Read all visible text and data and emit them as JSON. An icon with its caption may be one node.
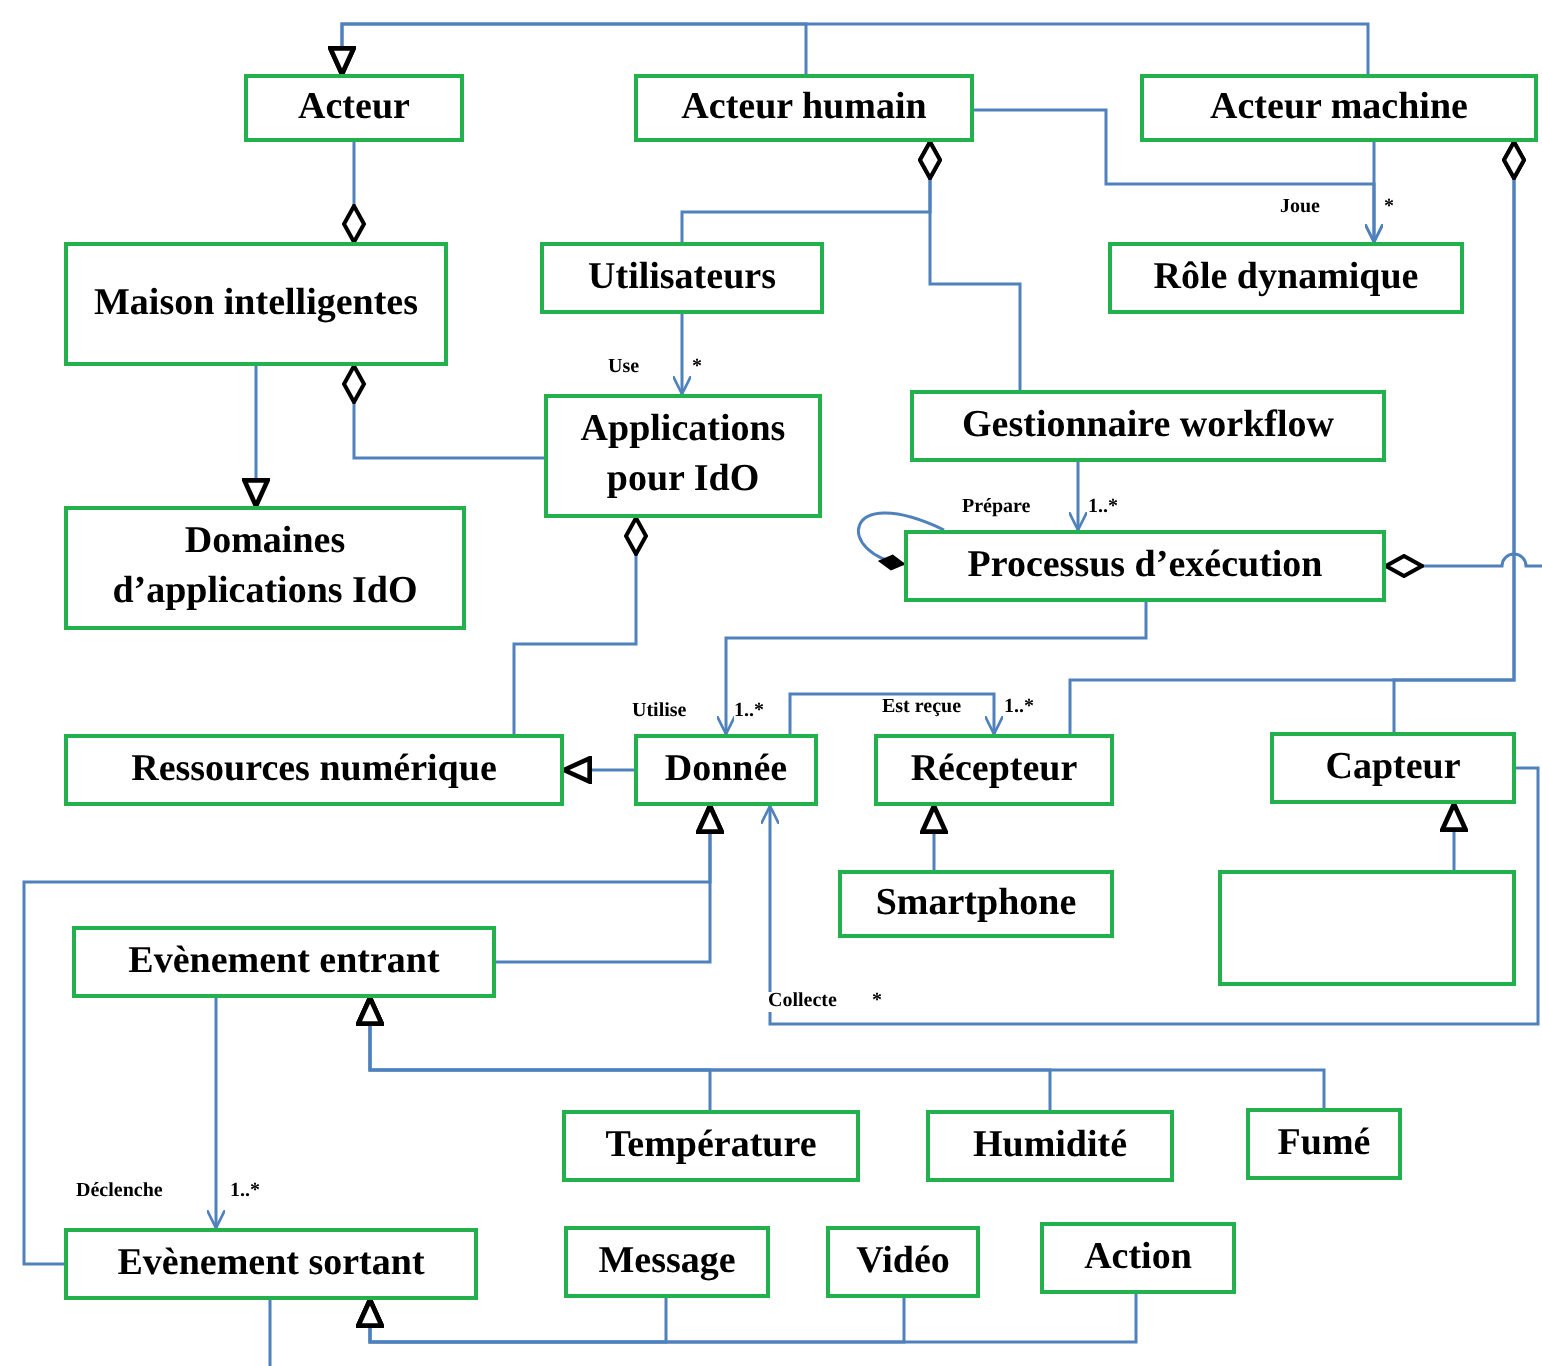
{
  "diagram": {
    "nodes": [
      {
        "text": [
          "Acteur"
        ]
      },
      {
        "text": [
          "Acteur humain"
        ]
      },
      {
        "text": [
          "Acteur machine"
        ]
      },
      {
        "text": [
          "Maison intelligentes"
        ]
      },
      {
        "text": [
          "Utilisateurs"
        ]
      },
      {
        "text": [
          "Rôle dynamique"
        ]
      },
      {
        "text": [
          "Applications pour IdO"
        ]
      },
      {
        "text": [
          "Gestionnaire workflow"
        ]
      },
      {
        "text": [
          "Domaines d’applications IdO"
        ]
      },
      {
        "text": [
          "Processus d’exécution"
        ]
      },
      {
        "text": [
          "Ressources numérique"
        ]
      },
      {
        "text": [
          "Donnée"
        ]
      },
      {
        "text": [
          "Récepteur"
        ]
      },
      {
        "text": [
          "Capteur"
        ]
      },
      {
        "text": [
          "Smartphone"
        ]
      },
      {
        "text": [],
        "shape": "box"
      },
      {
        "text": [
          "Evènement entrant"
        ]
      },
      {
        "text": [
          "Température"
        ]
      },
      {
        "text": [
          "Humidité"
        ]
      },
      {
        "text": [
          "Fumé"
        ]
      },
      {
        "text": [
          "Evènement sortant"
        ]
      },
      {
        "text": [
          "Message"
        ]
      },
      {
        "text": [
          "Vidéo"
        ]
      },
      {
        "text": [
          "Action"
        ]
      }
    ],
    "edges": [
      {
        "from": 1,
        "to": 0,
        "arrow": "to"
      },
      {
        "from": 2,
        "to": 0,
        "arrow": "to"
      },
      {
        "from": 3,
        "to": 0,
        "arrow": "other"
      },
      {
        "from": 3,
        "to": 8,
        "arrow": "to"
      },
      {
        "from": 3,
        "to": 6,
        "arrow": "other"
      },
      {
        "from": 1,
        "to": 4,
        "arrow": "other"
      },
      {
        "from": 1,
        "to": 7,
        "arrow": "other"
      },
      {
        "from": 1,
        "to": 5,
        "arrow": "to",
        "label": "Joue"
      },
      {
        "from": 2,
        "to": 5,
        "arrow": "to"
      },
      {
        "from": 4,
        "to": 6,
        "arrow": "to",
        "label": "Use"
      },
      {
        "from": 7,
        "to": 9,
        "arrow": "to",
        "label": "Prépare"
      },
      {
        "from": 9,
        "to": 9,
        "arrow": "other"
      },
      {
        "from": 9,
        "to": null,
        "arrow": "other"
      },
      {
        "from": 2,
        "to": 12,
        "arrow": "other"
      },
      {
        "from": 2,
        "to": 13,
        "arrow": "other"
      },
      {
        "from": 9,
        "to": 11,
        "arrow": "to",
        "label": "Utilise"
      },
      {
        "from": 11,
        "to": 12,
        "arrow": "to",
        "label": "Est reçue"
      },
      {
        "from": 6,
        "to": 10,
        "arrow": "other"
      },
      {
        "from": 11,
        "to": 10,
        "arrow": "to"
      },
      {
        "from": 14,
        "to": 12,
        "arrow": "to"
      },
      {
        "from": 15,
        "to": 13,
        "arrow": "to"
      },
      {
        "from": 13,
        "to": 11,
        "arrow": "to",
        "label": "Collecte"
      },
      {
        "from": 16,
        "to": 11,
        "arrow": "to"
      },
      {
        "from": 20,
        "to": 11,
        "arrow": "to"
      },
      {
        "from": 16,
        "to": 20,
        "arrow": "to",
        "label": "Déclenche"
      },
      {
        "from": 17,
        "to": 16,
        "arrow": "to"
      },
      {
        "from": 18,
        "to": 16,
        "arrow": "to"
      },
      {
        "from": 19,
        "to": 16,
        "arrow": "to"
      },
      {
        "from": 21,
        "to": 20,
        "arrow": "to"
      },
      {
        "from": 22,
        "to": 20,
        "arrow": "to"
      },
      {
        "from": 23,
        "to": 20,
        "arrow": "to"
      },
      {
        "from": 20,
        "to": null,
        "arrow": "none"
      }
    ],
    "labels": [
      "*",
      "*",
      "1..*",
      "1..*",
      "1..*",
      "*",
      "1..*"
    ]
  }
}
